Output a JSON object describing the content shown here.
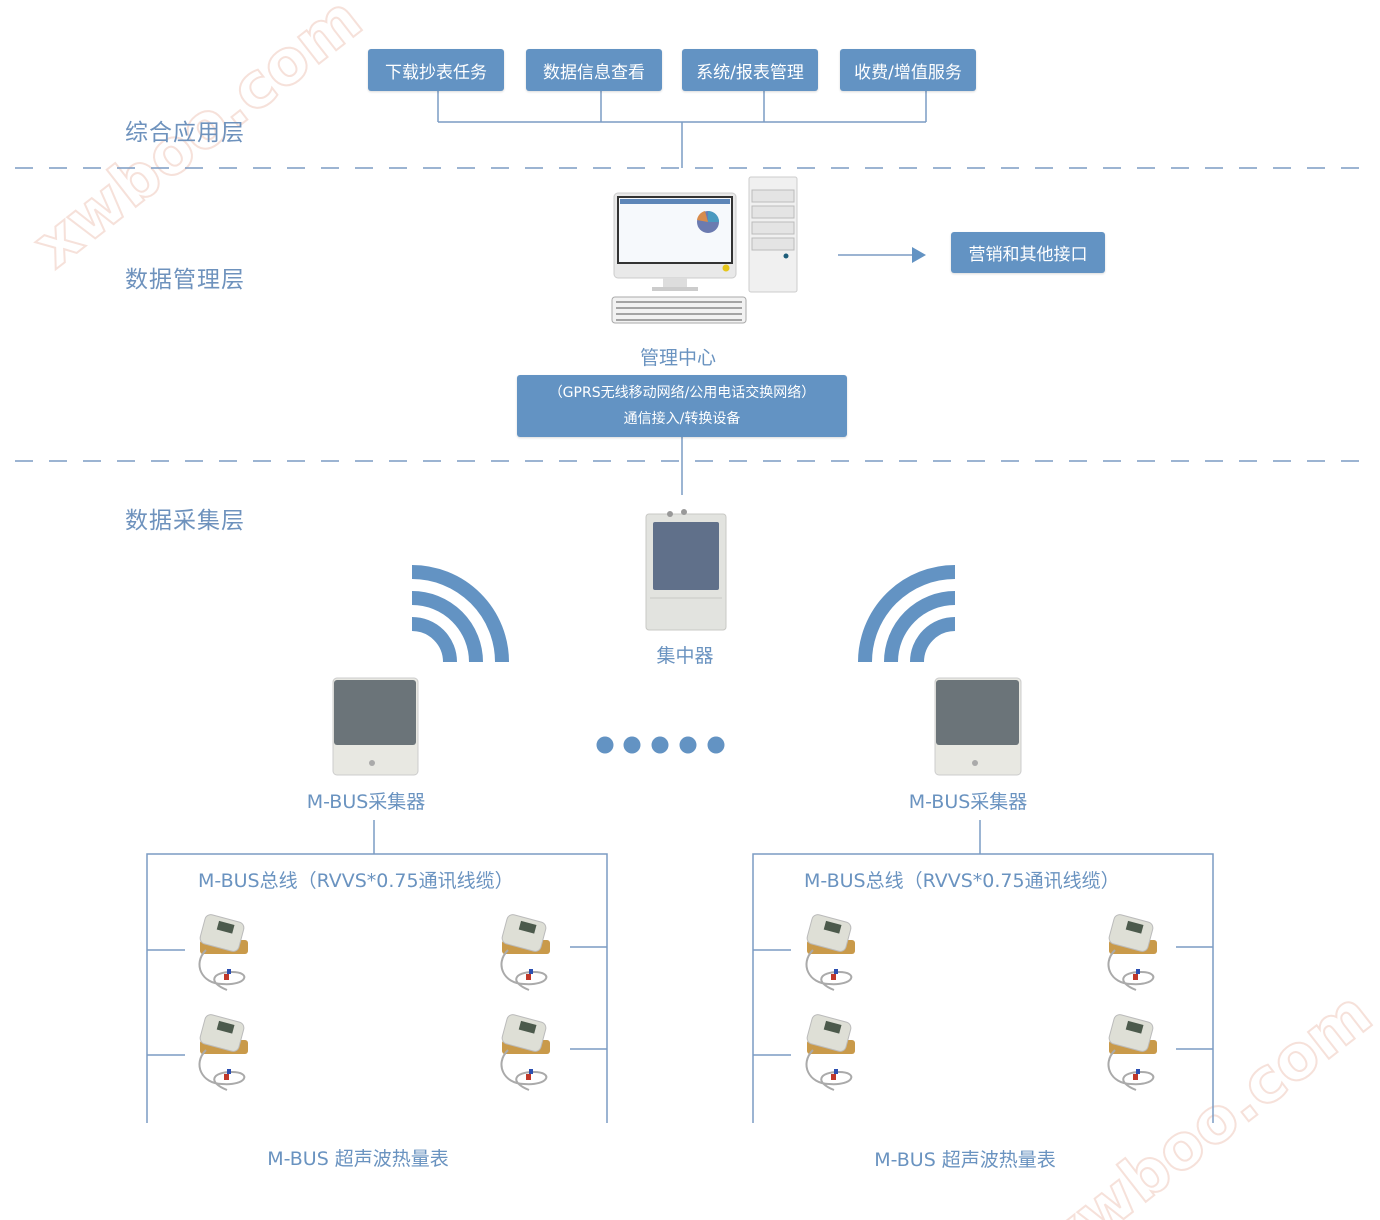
{
  "watermark": "xwboo.com",
  "layers": {
    "app": "综合应用层",
    "data_mgmt": "数据管理层",
    "collect": "数据采集层"
  },
  "app_boxes": [
    "下载抄表任务",
    "数据信息查看",
    "系统/报表管理",
    "收费/增值服务"
  ],
  "interface_box": "营销和其他接口",
  "mgmt_center": "管理中心",
  "network_box": {
    "line1": "（GPRS无线移动网络/公用电话交换网络）",
    "line2": "通信接入/转换设备"
  },
  "concentrator": "集中器",
  "collectors": [
    "M-BUS采集器",
    "M-BUS采集器"
  ],
  "bus_labels": [
    "M-BUS总线（RVVS*0.75通讯线缆）",
    "M-BUS总线（RVVS*0.75通讯线缆）"
  ],
  "meter_labels": [
    "M-BUS 超声波热量表",
    "M-BUS 超声波热量表"
  ],
  "colors": {
    "accent": "#6393c3",
    "text": "#6a93c0",
    "line": "#7b9cc4"
  }
}
